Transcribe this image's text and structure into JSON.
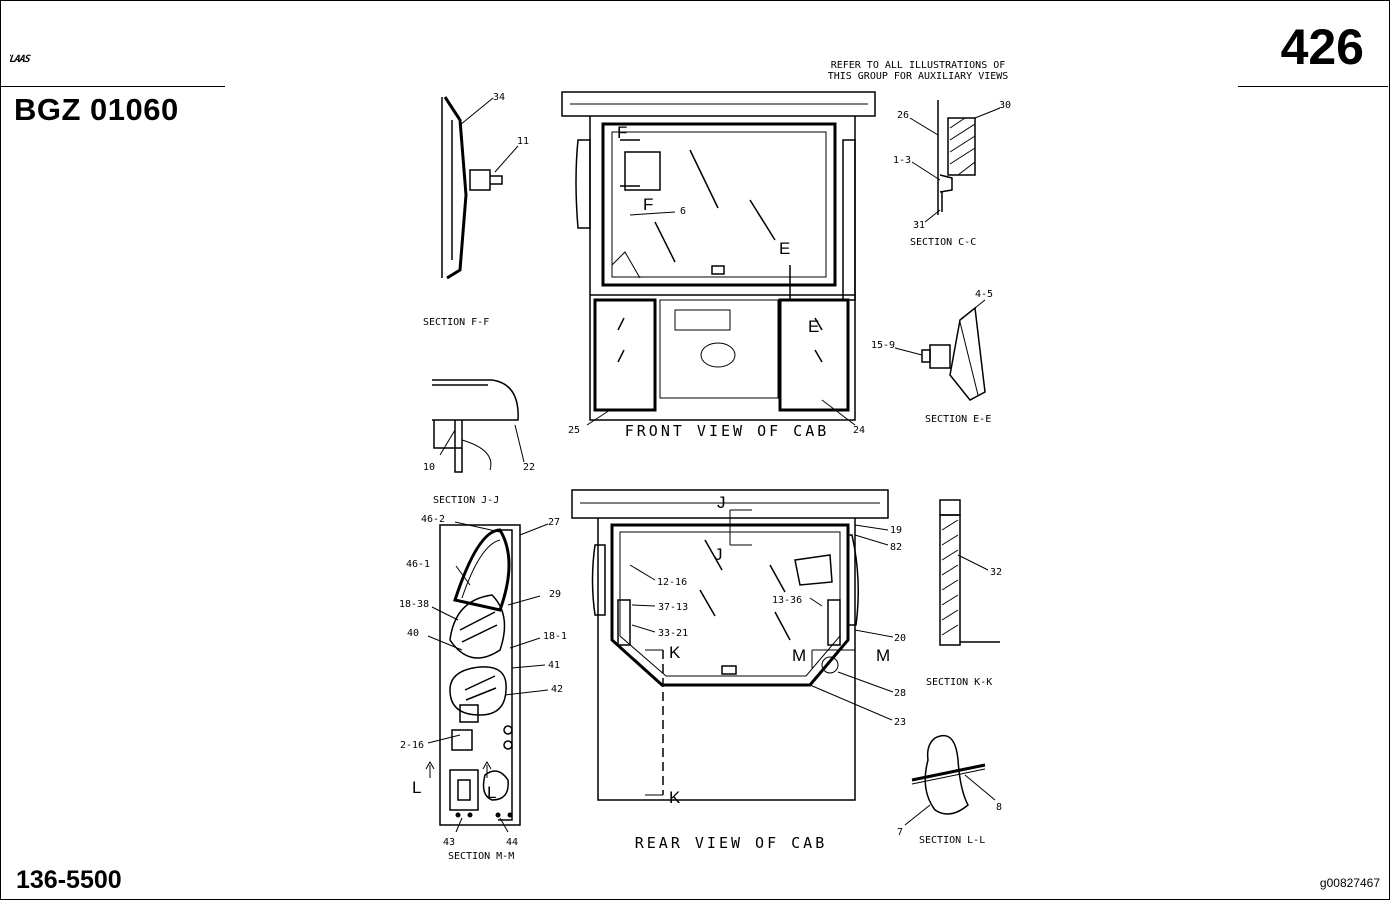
{
  "header": {
    "brand": "CLAAS",
    "group_code": "BGZ 01060",
    "page_number": "426"
  },
  "footer": {
    "part_number": "136-5500",
    "image_code": "g00827467"
  },
  "note": [
    "REFER TO ALL ILLUSTRATIONS OF",
    "THIS GROUP FOR AUXILIARY VIEWS"
  ],
  "views": {
    "front": "FRONT VIEW OF CAB",
    "rear": "REAR VIEW OF CAB"
  },
  "sections": {
    "ff": "SECTION F-F",
    "jj": "SECTION J-J",
    "mm": "SECTION M-M",
    "cc": "SECTION C-C",
    "ee": "SECTION E-E",
    "kk": "SECTION K-K",
    "ll": "SECTION L-L"
  },
  "markers": {
    "f": "F",
    "e": "E",
    "j": "J",
    "k": "K",
    "m": "M",
    "l": "L"
  },
  "callouts": {
    "c34": "34",
    "c11": "11",
    "c6": "6",
    "c25": "25",
    "c24": "24",
    "c10": "10",
    "c22": "22",
    "c26": "26",
    "c30": "30",
    "c1_3": "1-3",
    "c31": "31",
    "c4_5": "4-5",
    "c15_9": "15-9",
    "c46_2": "46-2",
    "c27": "27",
    "c46_1": "46-1",
    "c18_38": "18-38",
    "c29": "29",
    "c40": "40",
    "c18_1": "18-1",
    "c41": "41",
    "c42": "42",
    "c2_16": "2-16",
    "c43": "43",
    "c44": "44",
    "c19": "19",
    "c82": "82",
    "c12_16": "12-16",
    "c37_13": "37-13",
    "c33_21": "33-21",
    "c13_36": "13-36",
    "c20": "20",
    "c28": "28",
    "c23": "23",
    "c32": "32",
    "c8": "8",
    "c7": "7"
  }
}
